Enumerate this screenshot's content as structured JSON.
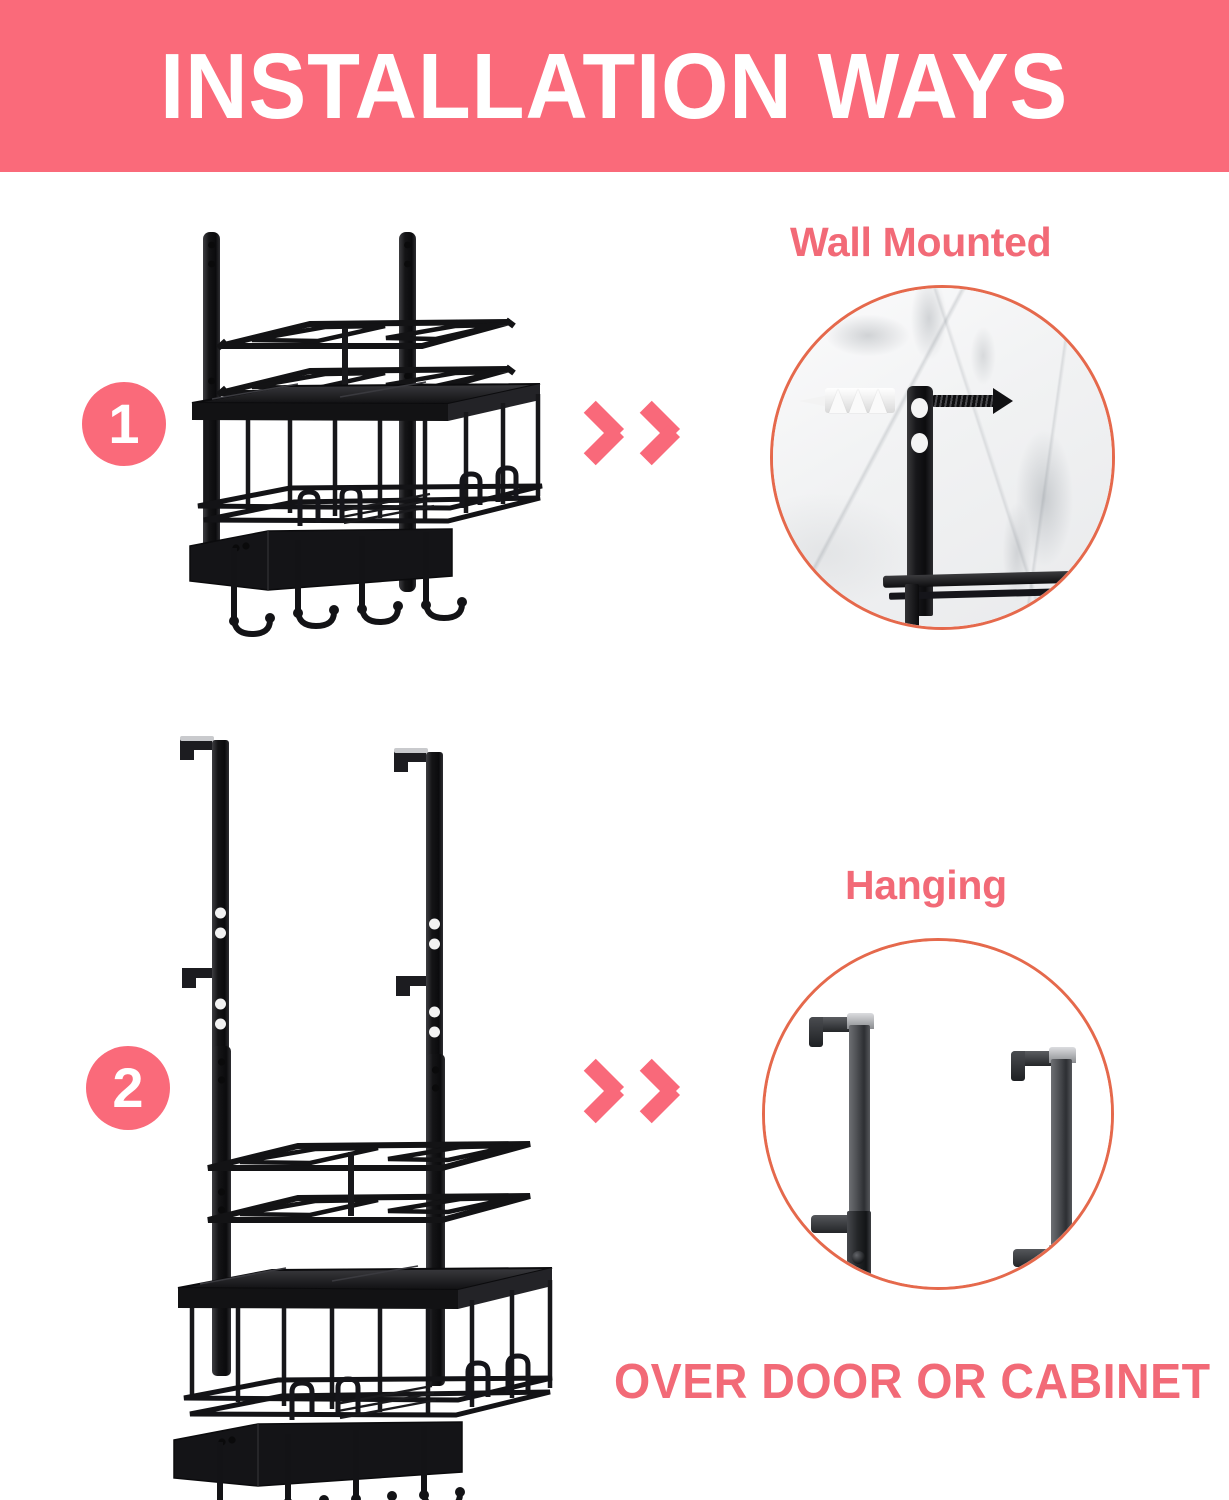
{
  "header": {
    "title": "INSTALLATION WAYS",
    "background_color": "#fa6a7a",
    "text_color": "#ffffff"
  },
  "accent_colors": {
    "pink": "#fa6a7a",
    "label_pink": "#f26a77",
    "circle_outline": "#e5694c",
    "product_black": "#141416"
  },
  "steps": [
    {
      "number": "1",
      "label": "Wall Mounted",
      "arrow_icon": "double-chevron-right",
      "detail_description": "wall anchor and screw with mounting bracket on marble wall",
      "product_name": "wall-mounted-organizer-rack"
    },
    {
      "number": "2",
      "label": "Hanging",
      "caption": "OVER DOOR OR CABINET",
      "arrow_icon": "double-chevron-right",
      "detail_description": "two over-door hanging brackets",
      "product_name": "over-door-organizer-rack"
    }
  ]
}
